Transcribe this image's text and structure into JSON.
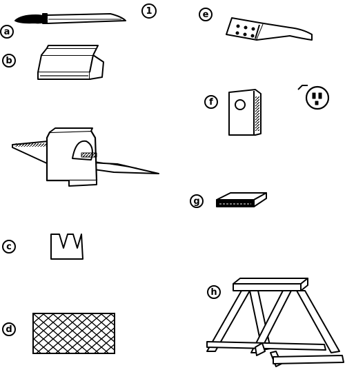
{
  "figure_number": "1",
  "labels": {
    "a": "a",
    "b": "b",
    "c": "c",
    "d": "d",
    "e": "e",
    "f": "f",
    "g": "g",
    "h": "h"
  },
  "colors": {
    "ink": "#000000",
    "paper": "#ffffff"
  }
}
